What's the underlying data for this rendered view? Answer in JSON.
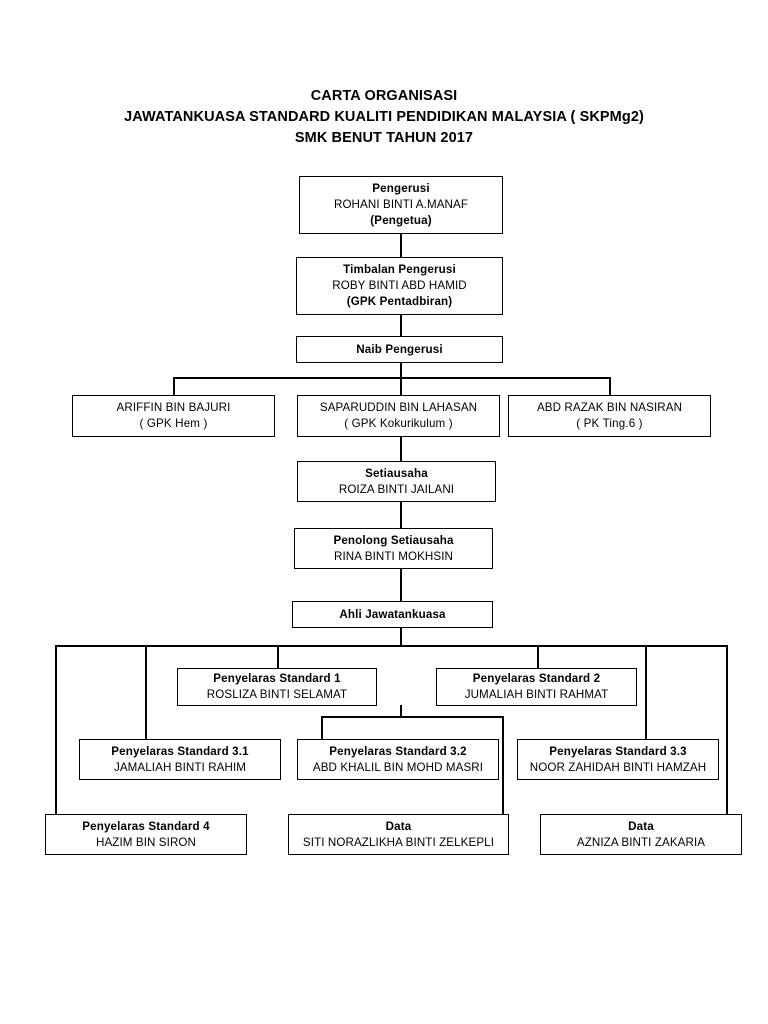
{
  "document": {
    "title_lines": [
      "CARTA ORGANISASI",
      "JAWATANKUASA STANDARD KUALITI PENDIDIKAN MALAYSIA ( SKPMg2)",
      "SMK BENUT TAHUN 2017"
    ]
  },
  "chart_data": {
    "type": "diagram",
    "title": "CARTA ORGANISASI JAWATANKUASA STANDARD KUALITI PENDIDIKAN MALAYSIA ( SKPMg2) SMK BENUT TAHUN 2017",
    "nodes": [
      {
        "id": "pengerusi",
        "role": "Pengerusi",
        "name": "ROHANI BINTI A.MANAF",
        "sub": "(Pengetua)"
      },
      {
        "id": "timbalan_pengerusi",
        "role": "Timbalan Pengerusi",
        "name": "ROBY BINTI ABD HAMID",
        "sub": "(GPK Pentadbiran)"
      },
      {
        "id": "naib_pengerusi",
        "role": "Naib Pengerusi"
      },
      {
        "id": "naib_1",
        "name": "ARIFFIN BIN BAJURI",
        "sub": "( GPK Hem )"
      },
      {
        "id": "naib_2",
        "name": "SAPARUDDIN BIN LAHASAN",
        "sub": "( GPK Kokurikulum )"
      },
      {
        "id": "naib_3",
        "name": "ABD RAZAK BIN NASIRAN",
        "sub": "( PK Ting.6 )"
      },
      {
        "id": "setiausaha",
        "role": "Setiausaha",
        "name": "ROIZA BINTI JAILANI"
      },
      {
        "id": "penolong_setiausaha",
        "role": "Penolong Setiausaha",
        "name": "RINA BINTI MOKHSIN"
      },
      {
        "id": "ahli_jawatankuasa",
        "role": "Ahli Jawatankuasa"
      },
      {
        "id": "std1",
        "role": "Penyelaras Standard 1",
        "name": "ROSLIZA BINTI SELAMAT"
      },
      {
        "id": "std2",
        "role": "Penyelaras Standard 2",
        "name": "JUMALIAH BINTI RAHMAT"
      },
      {
        "id": "std31",
        "role": "Penyelaras Standard 3.1",
        "name": "JAMALIAH BINTI RAHIM"
      },
      {
        "id": "std32",
        "role": "Penyelaras Standard 3.2",
        "name": "ABD KHALIL BIN MOHD MASRI"
      },
      {
        "id": "std33",
        "role": "Penyelaras Standard 3.3",
        "name": "NOOR ZAHIDAH BINTI HAMZAH"
      },
      {
        "id": "std4",
        "role": "Penyelaras Standard 4",
        "name": "HAZIM BIN SIRON"
      },
      {
        "id": "data1",
        "role": "Data",
        "name": "SITI NORAZLIKHA BINTI ZELKEPLI"
      },
      {
        "id": "data2",
        "role": "Data",
        "name": "AZNIZA BINTI ZAKARIA"
      }
    ],
    "edges": [
      {
        "from": "pengerusi",
        "to": "timbalan_pengerusi"
      },
      {
        "from": "timbalan_pengerusi",
        "to": "naib_pengerusi"
      },
      {
        "from": "naib_pengerusi",
        "to": "naib_1"
      },
      {
        "from": "naib_pengerusi",
        "to": "naib_2"
      },
      {
        "from": "naib_pengerusi",
        "to": "naib_3"
      },
      {
        "from": "naib_2",
        "to": "setiausaha"
      },
      {
        "from": "setiausaha",
        "to": "penolong_setiausaha"
      },
      {
        "from": "penolong_setiausaha",
        "to": "ahli_jawatankuasa"
      },
      {
        "from": "ahli_jawatankuasa",
        "to": "std1"
      },
      {
        "from": "ahli_jawatankuasa",
        "to": "std2"
      },
      {
        "from": "ahli_jawatankuasa",
        "to": "std31"
      },
      {
        "from": "ahli_jawatankuasa",
        "to": "std33"
      },
      {
        "from": "ahli_jawatankuasa",
        "to": "std4"
      },
      {
        "from": "ahli_jawatankuasa",
        "to": "data2"
      },
      {
        "from": "std1",
        "to": "std32"
      },
      {
        "from": "std1",
        "to": "data1"
      }
    ],
    "colors": {
      "background": "#ffffff",
      "box_border": "#000000",
      "connector": "#000000",
      "text": "#000000"
    }
  }
}
